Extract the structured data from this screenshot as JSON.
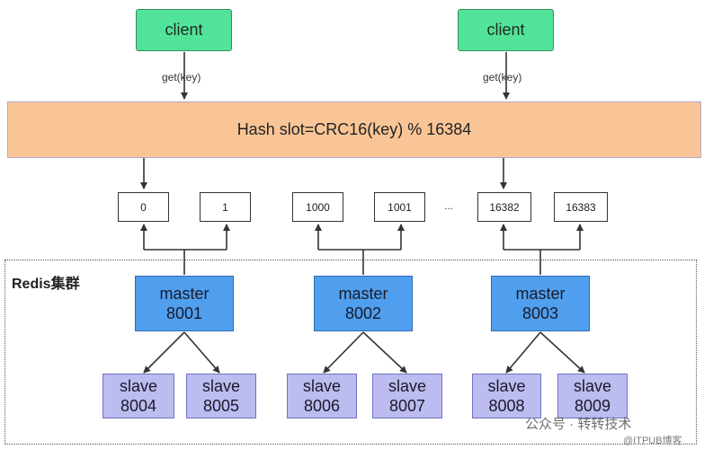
{
  "clients": [
    {
      "label": "client",
      "edge_label": "get(key)"
    },
    {
      "label": "client",
      "edge_label": "get(key)"
    }
  ],
  "hash": {
    "label": "Hash slot=CRC16(key) % 16384"
  },
  "slots": [
    "0",
    "1",
    "1000",
    "1001",
    "16382",
    "16383"
  ],
  "slots_ellipsis": "...",
  "cluster": {
    "label": "Redis集群"
  },
  "masters": [
    {
      "name": "master",
      "port": "8001"
    },
    {
      "name": "master",
      "port": "8002"
    },
    {
      "name": "master",
      "port": "8003"
    }
  ],
  "slaves": [
    {
      "name": "slave",
      "port": "8004"
    },
    {
      "name": "slave",
      "port": "8005"
    },
    {
      "name": "slave",
      "port": "8006"
    },
    {
      "name": "slave",
      "port": "8007"
    },
    {
      "name": "slave",
      "port": "8008"
    },
    {
      "name": "slave",
      "port": "8009"
    }
  ],
  "watermark": {
    "text": "公众号 · 转转技术",
    "source": "@ITPUB博客"
  },
  "colors": {
    "client": "#52e39a",
    "hash": "#f9c596",
    "master": "#4f9fee",
    "slave": "#bcbcf0"
  }
}
